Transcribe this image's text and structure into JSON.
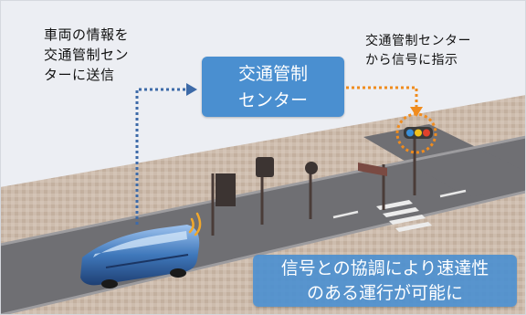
{
  "labels": {
    "vehicle_note": "車両の情報を\n交通管制セン\nターに送信",
    "center_box": "交通管制\nセンター",
    "signal_note": "交通管制センター\nから信号に指示",
    "caption": "信号との協調により速達性\nのある運行が可能に"
  },
  "colors": {
    "box_fill": "#4a8fd0",
    "vehicle_arrow": "#3d6aa8",
    "signal_arrow": "#f08c1e",
    "road": "#6f6f73",
    "pavement": "#c9b7a8"
  }
}
